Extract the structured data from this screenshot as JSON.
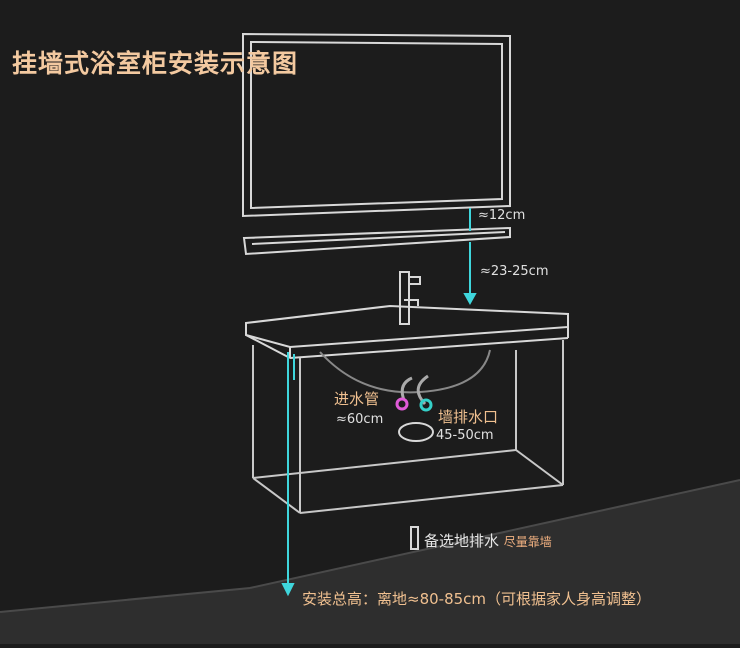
{
  "title": "挂墙式浴室柜安装示意图",
  "labels": {
    "mirror_gap": "≈12cm",
    "shelf_gap": "≈23-25cm",
    "inlet_name": "进水管",
    "inlet_height": "≈60cm",
    "drain_name": "墙排水口",
    "drain_height": "45-50cm",
    "floor_drain": "备选地排水",
    "floor_drain_note": "尽量靠墙",
    "total_height": "安装总高：离地≈80-85cm（可根据家人身高调整）"
  },
  "colors": {
    "background": "#1c1c1c",
    "floor": "#2e2e2e",
    "line": "#d8d8d8",
    "arrow": "#3fd6dc",
    "inlet_marker": "#e05ad8",
    "drain_marker": "#35d0c8",
    "accent_text": "#f0c090"
  }
}
